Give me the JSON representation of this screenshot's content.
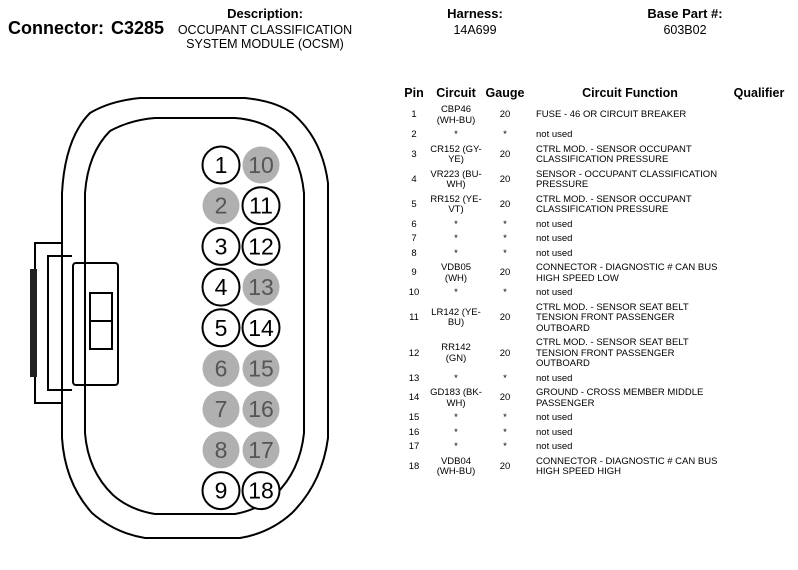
{
  "header": {
    "connector_label": "Connector:",
    "connector_name": "C3285",
    "description_label": "Description:",
    "description_line1": "OCCUPANT CLASSIFICATION",
    "description_line2": "SYSTEM MODULE (OCSM)",
    "harness_label": "Harness:",
    "harness_value": "14A699",
    "base_part_label": "Base Part #:",
    "base_part_value": "603B02"
  },
  "colors": {
    "filled_pin": "#b0b0b0",
    "empty_pin": "#ffffff",
    "outline": "#000000"
  },
  "pins": [
    {
      "number": "1",
      "populated": true
    },
    {
      "number": "10",
      "populated": false
    },
    {
      "number": "2",
      "populated": false
    },
    {
      "number": "11",
      "populated": true
    },
    {
      "number": "3",
      "populated": true
    },
    {
      "number": "12",
      "populated": true
    },
    {
      "number": "4",
      "populated": true
    },
    {
      "number": "13",
      "populated": false
    },
    {
      "number": "5",
      "populated": true
    },
    {
      "number": "14",
      "populated": true
    },
    {
      "number": "6",
      "populated": false
    },
    {
      "number": "15",
      "populated": false
    },
    {
      "number": "7",
      "populated": false
    },
    {
      "number": "16",
      "populated": false
    },
    {
      "number": "8",
      "populated": false
    },
    {
      "number": "17",
      "populated": false
    },
    {
      "number": "9",
      "populated": true
    },
    {
      "number": "18",
      "populated": true
    }
  ],
  "table": {
    "headers": [
      "Pin",
      "Circuit",
      "Gauge",
      "Circuit Function",
      "Qualifier"
    ],
    "rows": [
      {
        "pin": "1",
        "circuit": "CBP46 (WH-BU)",
        "gauge": "20",
        "function": "FUSE - 46 OR CIRCUIT BREAKER",
        "qualifier": ""
      },
      {
        "pin": "2",
        "circuit": "*",
        "gauge": "*",
        "function": "not used",
        "qualifier": ""
      },
      {
        "pin": "3",
        "circuit": "CR152 (GY-YE)",
        "gauge": "20",
        "function": "CTRL MOD. - SENSOR OCCUPANT CLASSIFICATION PRESSURE",
        "qualifier": ""
      },
      {
        "pin": "4",
        "circuit": "VR223 (BU-WH)",
        "gauge": "20",
        "function": "SENSOR - OCCUPANT CLASSIFICATION PRESSURE",
        "qualifier": ""
      },
      {
        "pin": "5",
        "circuit": "RR152 (YE-VT)",
        "gauge": "20",
        "function": "CTRL MOD. - SENSOR OCCUPANT CLASSIFICATION PRESSURE",
        "qualifier": ""
      },
      {
        "pin": "6",
        "circuit": "*",
        "gauge": "*",
        "function": "not used",
        "qualifier": ""
      },
      {
        "pin": "7",
        "circuit": "*",
        "gauge": "*",
        "function": "not used",
        "qualifier": ""
      },
      {
        "pin": "8",
        "circuit": "*",
        "gauge": "*",
        "function": "not used",
        "qualifier": ""
      },
      {
        "pin": "9",
        "circuit": "VDB05 (WH)",
        "gauge": "20",
        "function": "CONNECTOR - DIAGNOSTIC # CAN BUS HIGH SPEED LOW",
        "qualifier": ""
      },
      {
        "pin": "10",
        "circuit": "*",
        "gauge": "*",
        "function": "not used",
        "qualifier": ""
      },
      {
        "pin": "11",
        "circuit": "LR142 (YE-BU)",
        "gauge": "20",
        "function": "CTRL MOD. - SENSOR SEAT BELT TENSION FRONT PASSENGER OUTBOARD",
        "qualifier": ""
      },
      {
        "pin": "12",
        "circuit": "RR142 (GN)",
        "gauge": "20",
        "function": "CTRL MOD. - SENSOR SEAT BELT TENSION FRONT PASSENGER OUTBOARD",
        "qualifier": ""
      },
      {
        "pin": "13",
        "circuit": "*",
        "gauge": "*",
        "function": "not used",
        "qualifier": ""
      },
      {
        "pin": "14",
        "circuit": "GD183 (BK-WH)",
        "gauge": "20",
        "function": "GROUND - CROSS MEMBER MIDDLE PASSENGER",
        "qualifier": ""
      },
      {
        "pin": "15",
        "circuit": "*",
        "gauge": "*",
        "function": "not used",
        "qualifier": ""
      },
      {
        "pin": "16",
        "circuit": "*",
        "gauge": "*",
        "function": "not used",
        "qualifier": ""
      },
      {
        "pin": "17",
        "circuit": "*",
        "gauge": "*",
        "function": "not used",
        "qualifier": ""
      },
      {
        "pin": "18",
        "circuit": "VDB04 (WH-BU)",
        "gauge": "20",
        "function": "CONNECTOR - DIAGNOSTIC # CAN BUS HIGH SPEED HIGH",
        "qualifier": ""
      }
    ]
  }
}
